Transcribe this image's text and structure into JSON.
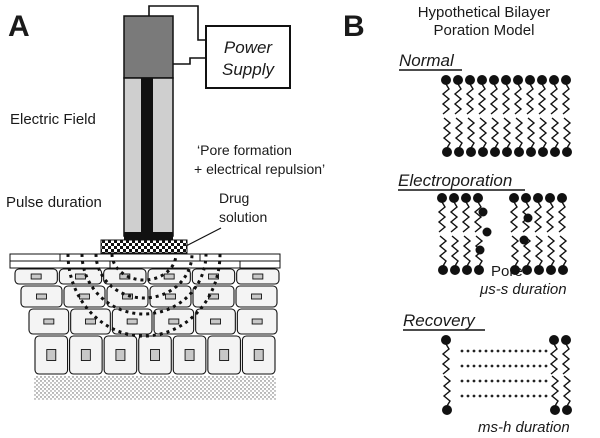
{
  "panel_a": {
    "letter": "A",
    "power_supply_line1": "Power",
    "power_supply_line2": "Supply",
    "electric_field": "Electric Field",
    "pulse_duration": "Pulse duration",
    "pore_formation_line1": "‘Pore formation",
    "pore_formation_line2": "+ electrical repulsion’",
    "drug_line1": "Drug",
    "drug_line2": "solution"
  },
  "panel_b": {
    "letter": "B",
    "title_line1": "Hypothetical Bilayer",
    "title_line2": "Poration Model",
    "normal": "Normal",
    "electroporation": "Electroporation",
    "pore_label": "Pore",
    "electro_duration": "μs-s duration",
    "recovery": "Recovery",
    "recovery_duration": "ms-h duration"
  },
  "colors": {
    "ink": "#1a1a1a",
    "electrode_top": "#7a7a7a",
    "electrode_body": "#cfcfcf",
    "electrode_core": "#111111",
    "cell_fill": "#f4f4f4",
    "membrane_block": "#c8c8c8"
  }
}
